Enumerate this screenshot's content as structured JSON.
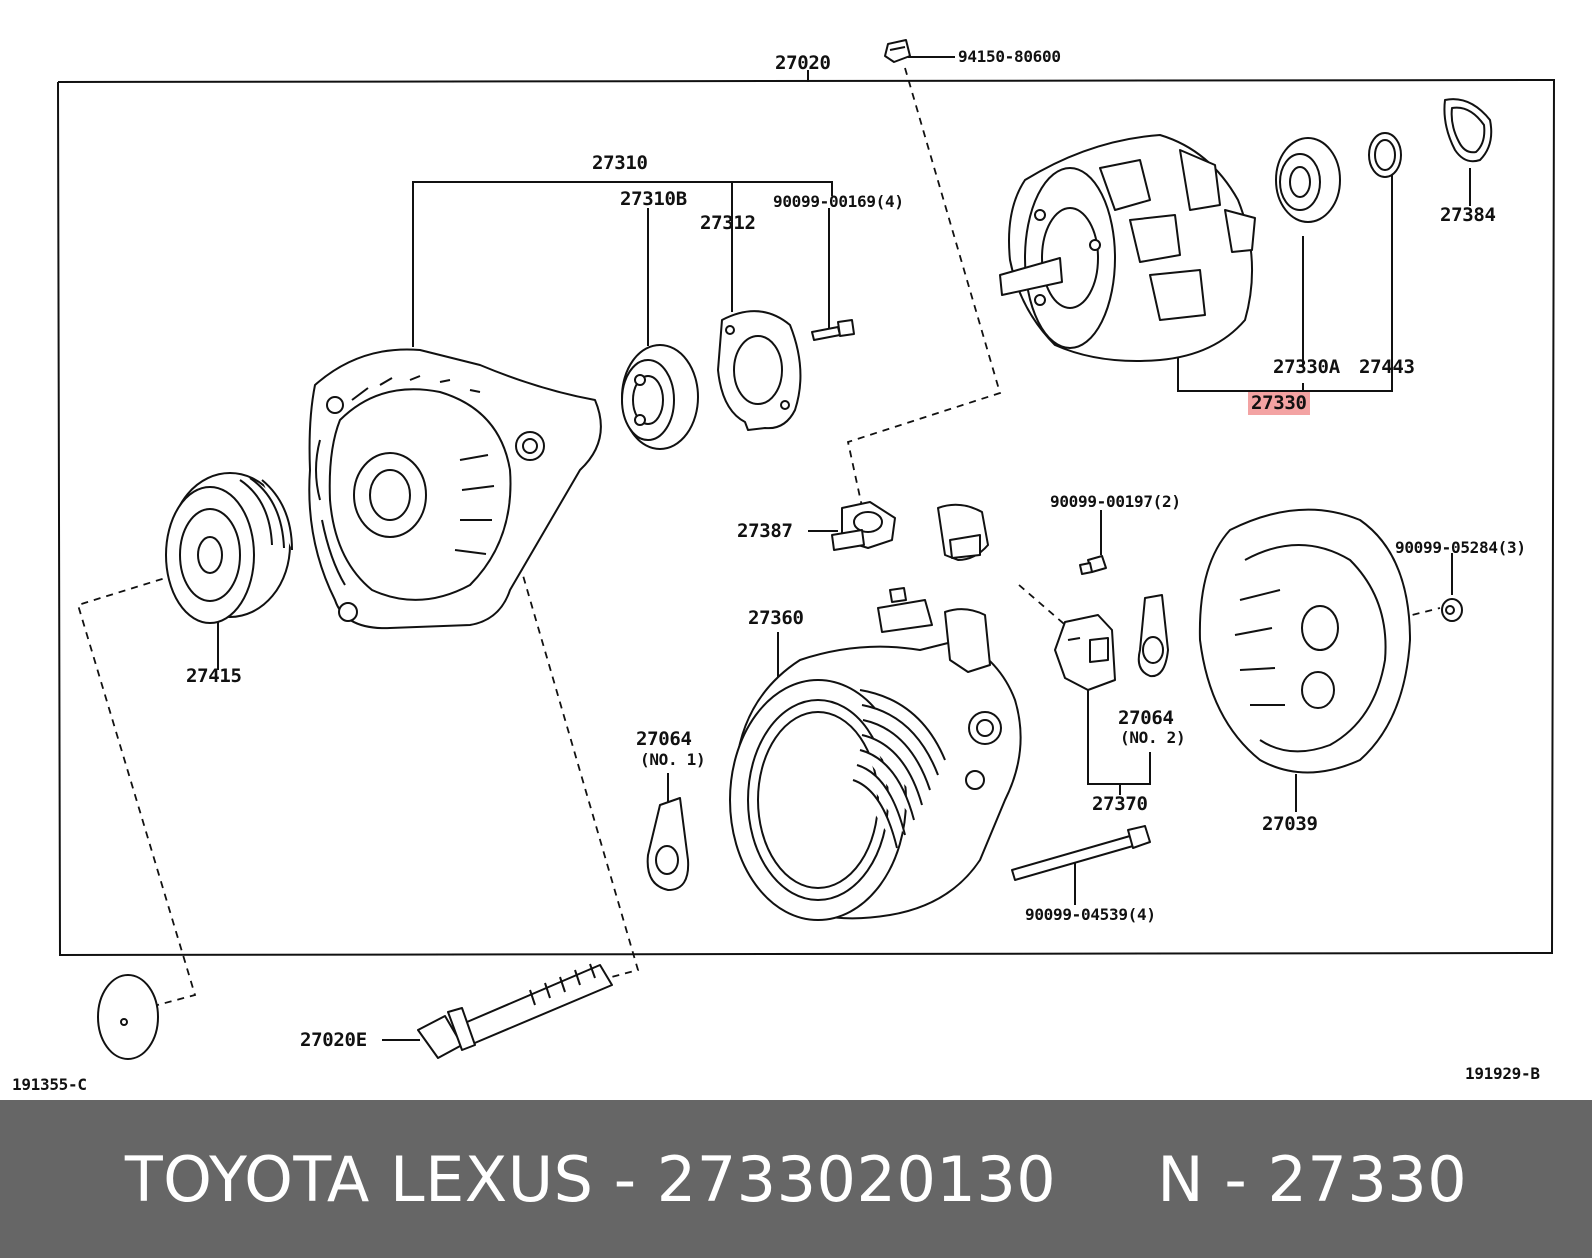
{
  "diagram": {
    "codes": {
      "bottom_left": "191355-C",
      "bottom_right": "191929-B"
    },
    "parts": [
      {
        "id": "p27020",
        "label": "27020"
      },
      {
        "id": "p94150",
        "label": "94150-80600"
      },
      {
        "id": "p27310",
        "label": "27310"
      },
      {
        "id": "p27310b",
        "label": "27310B"
      },
      {
        "id": "p27312",
        "label": "27312"
      },
      {
        "id": "p90099_00169",
        "label": "90099-00169(4)"
      },
      {
        "id": "p27384",
        "label": "27384"
      },
      {
        "id": "p27330a",
        "label": "27330A"
      },
      {
        "id": "p27443",
        "label": "27443"
      },
      {
        "id": "p27330",
        "label": "27330",
        "highlighted": true
      },
      {
        "id": "p27387",
        "label": "27387"
      },
      {
        "id": "p90099_00197",
        "label": "90099-00197(2)"
      },
      {
        "id": "p90099_05284",
        "label": "90099-05284(3)"
      },
      {
        "id": "p27360",
        "label": "27360"
      },
      {
        "id": "p27415",
        "label": "27415"
      },
      {
        "id": "p27064_1",
        "label": "27064"
      },
      {
        "id": "p27064_1_sub",
        "label": "(NO. 1)"
      },
      {
        "id": "p27064_2",
        "label": "27064"
      },
      {
        "id": "p27064_2_sub",
        "label": "(NO. 2)"
      },
      {
        "id": "p27370",
        "label": "27370"
      },
      {
        "id": "p27039",
        "label": "27039"
      },
      {
        "id": "p90099_04539",
        "label": "90099-04539(4)"
      },
      {
        "id": "p27020e",
        "label": "27020E"
      }
    ],
    "highlight_color": "#f3a3a3"
  },
  "footer": {
    "text": "TOYOTA LEXUS - 2733020130     N - 27330"
  }
}
